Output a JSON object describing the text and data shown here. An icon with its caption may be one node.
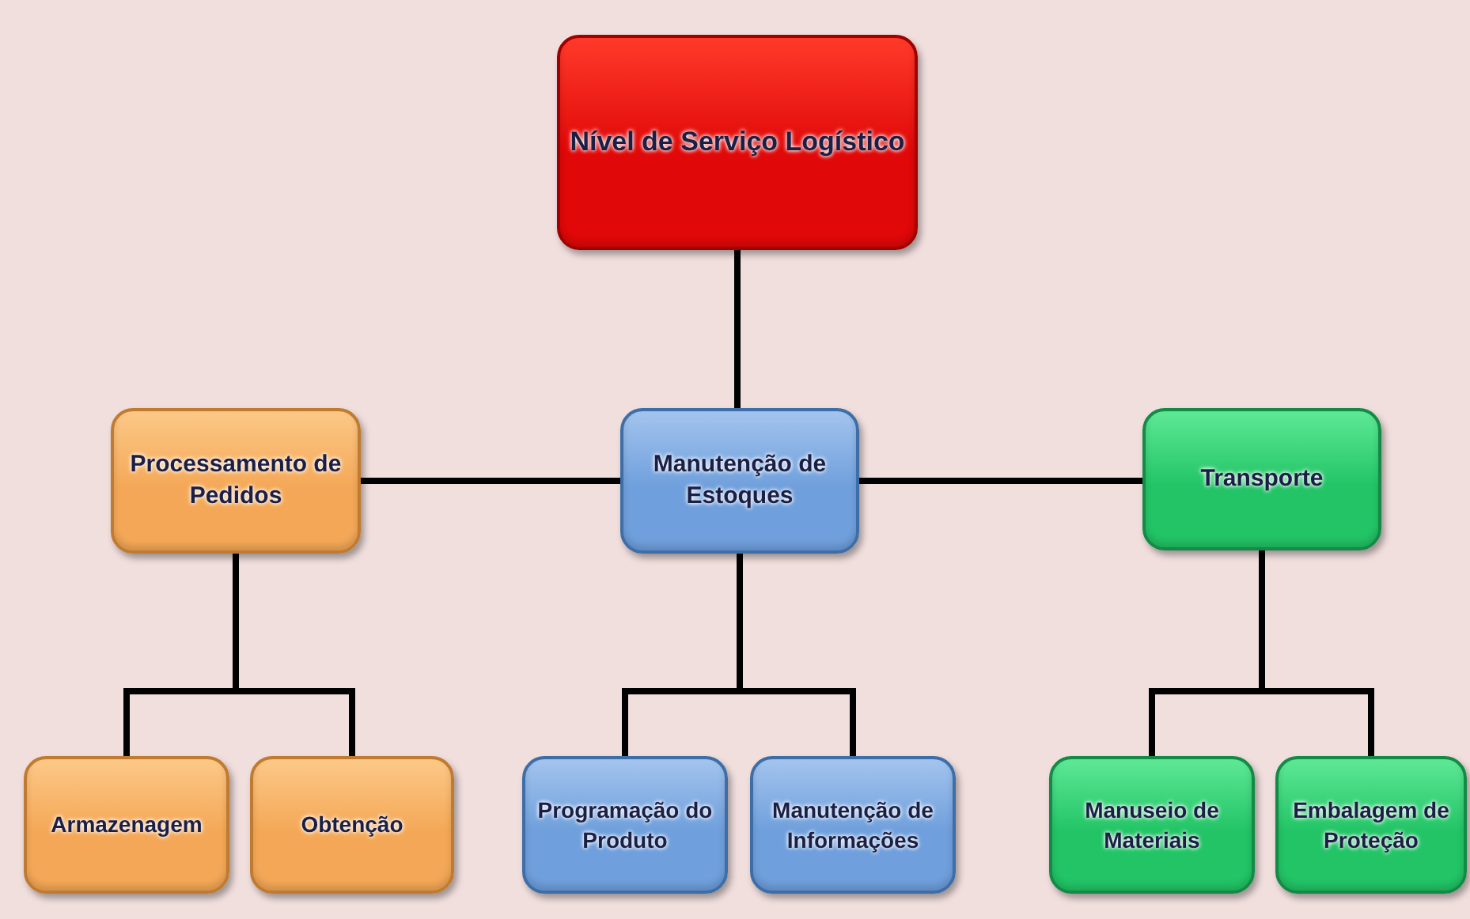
{
  "diagram": {
    "nodes": [
      {
        "text": [
          "Nível de Serviço Logístico"
        ]
      },
      {
        "text": [
          "Processamento de Pedidos"
        ]
      },
      {
        "text": [
          "Manutenção de Estoques"
        ]
      },
      {
        "text": [
          "Transporte"
        ]
      },
      {
        "text": [
          "Armazenagem"
        ]
      },
      {
        "text": [
          "Obtenção"
        ]
      },
      {
        "text": [
          "Programação do Produto"
        ]
      },
      {
        "text": [
          "Manutenção de Informações"
        ]
      },
      {
        "text": [
          "Manuseio de Materiais"
        ]
      },
      {
        "text": [
          "Embalagem de Proteção"
        ]
      }
    ],
    "edges": [
      {
        "from": 0,
        "to": 2,
        "arrow": "none"
      },
      {
        "from": 1,
        "to": 2,
        "arrow": "none"
      },
      {
        "from": 2,
        "to": 3,
        "arrow": "none"
      },
      {
        "from": 1,
        "to": 4,
        "arrow": "none"
      },
      {
        "from": 1,
        "to": 5,
        "arrow": "none"
      },
      {
        "from": 2,
        "to": 6,
        "arrow": "none"
      },
      {
        "from": 2,
        "to": 7,
        "arrow": "none"
      },
      {
        "from": 3,
        "to": 8,
        "arrow": "none"
      },
      {
        "from": 3,
        "to": 9,
        "arrow": "none"
      }
    ]
  }
}
